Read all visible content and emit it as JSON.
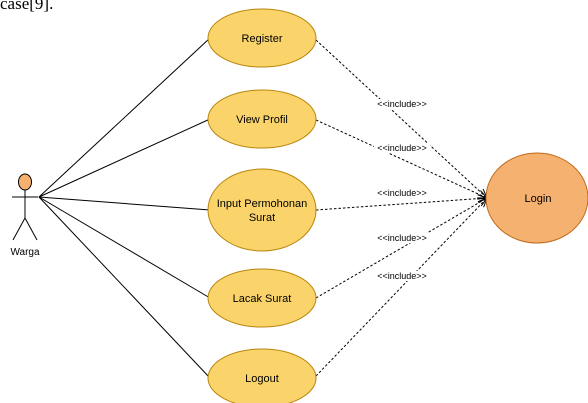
{
  "page": {
    "header_fragment": "case[9]."
  },
  "actor": {
    "label": "Warga"
  },
  "use_cases": [
    {
      "id": "register",
      "lines": [
        "Register"
      ]
    },
    {
      "id": "view-profil",
      "lines": [
        "View Profil"
      ]
    },
    {
      "id": "input-permohonan-surat",
      "lines": [
        "Input Permohonan",
        "Surat"
      ]
    },
    {
      "id": "lacak-surat",
      "lines": [
        "Lacak Surat"
      ]
    },
    {
      "id": "logout",
      "lines": [
        "Logout"
      ]
    }
  ],
  "login": {
    "label": "Login"
  },
  "include_label": "<<include>>",
  "colors": {
    "use_case_fill": "#fad46b",
    "use_case_stroke": "#b8860b",
    "login_fill": "#f5b170",
    "login_stroke": "#c06a1a",
    "actor_head_fill": "#f5b170",
    "line": "#000000"
  }
}
